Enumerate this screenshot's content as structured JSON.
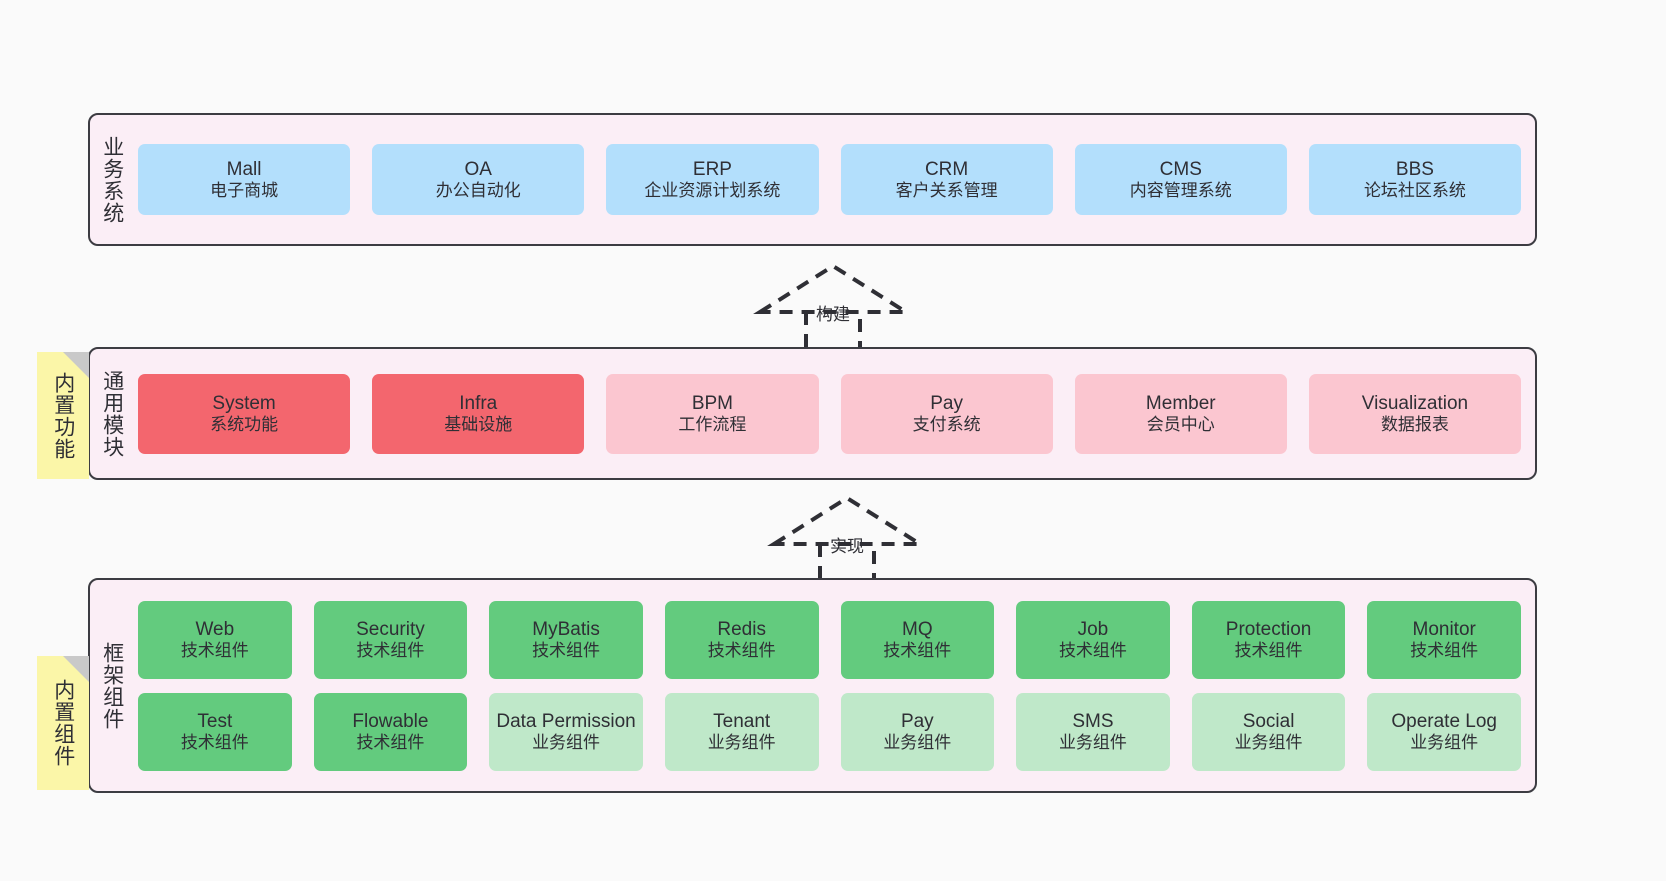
{
  "layers": [
    {
      "id": "business",
      "title": "业务系统",
      "rows": [
        [
          {
            "name": "Mall",
            "desc": "电子商城",
            "style": "c-blue"
          },
          {
            "name": "OA",
            "desc": "办公自动化",
            "style": "c-blue"
          },
          {
            "name": "ERP",
            "desc": "企业资源计划系统",
            "style": "c-blue"
          },
          {
            "name": "CRM",
            "desc": "客户关系管理",
            "style": "c-blue"
          },
          {
            "name": "CMS",
            "desc": "内容管理系统",
            "style": "c-blue"
          },
          {
            "name": "BBS",
            "desc": "论坛社区系统",
            "style": "c-blue"
          }
        ]
      ]
    },
    {
      "id": "common",
      "title": "通用模块",
      "rows": [
        [
          {
            "name": "System",
            "desc": "系统功能",
            "style": "c-red"
          },
          {
            "name": "Infra",
            "desc": "基础设施",
            "style": "c-red"
          },
          {
            "name": "BPM",
            "desc": "工作流程",
            "style": "c-pink"
          },
          {
            "name": "Pay",
            "desc": "支付系统",
            "style": "c-pink"
          },
          {
            "name": "Member",
            "desc": "会员中心",
            "style": "c-pink"
          },
          {
            "name": "Visualization",
            "desc": "数据报表",
            "style": "c-pink"
          }
        ]
      ]
    },
    {
      "id": "framework",
      "title": "框架组件",
      "rows": [
        [
          {
            "name": "Web",
            "desc": "技术组件",
            "style": "c-green"
          },
          {
            "name": "Security",
            "desc": "技术组件",
            "style": "c-green"
          },
          {
            "name": "MyBatis",
            "desc": "技术组件",
            "style": "c-green"
          },
          {
            "name": "Redis",
            "desc": "技术组件",
            "style": "c-green"
          },
          {
            "name": "MQ",
            "desc": "技术组件",
            "style": "c-green"
          },
          {
            "name": "Job",
            "desc": "技术组件",
            "style": "c-green"
          },
          {
            "name": "Protection",
            "desc": "技术组件",
            "style": "c-green"
          },
          {
            "name": "Monitor",
            "desc": "技术组件",
            "style": "c-green"
          }
        ],
        [
          {
            "name": "Test",
            "desc": "技术组件",
            "style": "c-green"
          },
          {
            "name": "Flowable",
            "desc": "技术组件",
            "style": "c-green"
          },
          {
            "name": "Data Permission",
            "desc": "业务组件",
            "style": "c-lightgreen"
          },
          {
            "name": "Tenant",
            "desc": "业务组件",
            "style": "c-lightgreen"
          },
          {
            "name": "Pay",
            "desc": "业务组件",
            "style": "c-lightgreen"
          },
          {
            "name": "SMS",
            "desc": "业务组件",
            "style": "c-lightgreen"
          },
          {
            "name": "Social",
            "desc": "业务组件",
            "style": "c-lightgreen"
          },
          {
            "name": "Operate Log",
            "desc": "业务组件",
            "style": "c-lightgreen"
          }
        ]
      ]
    }
  ],
  "notes": [
    {
      "id": "functions",
      "text": "内置功能"
    },
    {
      "id": "components",
      "text": "内置组件"
    }
  ],
  "arrows": [
    {
      "id": "build",
      "label": "构建"
    },
    {
      "id": "impl",
      "label": "实现"
    }
  ],
  "colors": {
    "panel_background": "#fbeef6",
    "panel_border": "#3c3c42",
    "canvas_background": "#fafafa",
    "note_background": "#fbf6a8",
    "note_fold": "#c9c9c9",
    "business_card": "#b3dffc",
    "core_module_card": "#f3666e",
    "module_card": "#fbc6d0",
    "tech_component_card": "#63cb7e",
    "business_component_card": "#bfe8c9",
    "text": "#2f2f35"
  }
}
